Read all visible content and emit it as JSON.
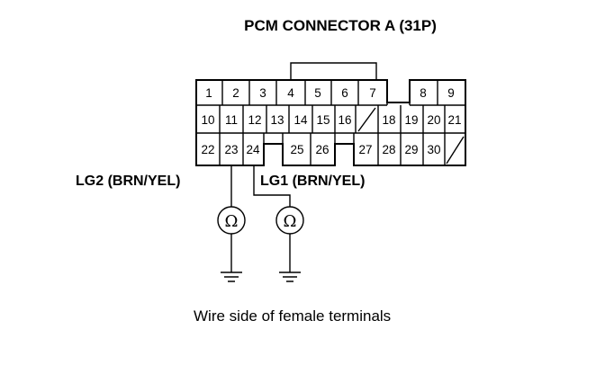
{
  "title": "PCM CONNECTOR A (31P)",
  "connector": {
    "row1": [
      {
        "label": "1"
      },
      {
        "label": "2"
      },
      {
        "label": "3"
      },
      {
        "label": "4"
      },
      {
        "label": "5"
      },
      {
        "label": "6"
      },
      {
        "label": "7"
      },
      {
        "label": "8"
      },
      {
        "label": "9"
      }
    ],
    "row2": [
      {
        "label": "10"
      },
      {
        "label": "11"
      },
      {
        "label": "12"
      },
      {
        "label": "13"
      },
      {
        "label": "14"
      },
      {
        "label": "15"
      },
      {
        "label": "16"
      },
      {
        "label": "18"
      },
      {
        "label": "19"
      },
      {
        "label": "20"
      },
      {
        "label": "21"
      }
    ],
    "row3": [
      {
        "label": "22"
      },
      {
        "label": "23"
      },
      {
        "label": "24"
      },
      {
        "label": "25"
      },
      {
        "label": "26"
      },
      {
        "label": "27"
      },
      {
        "label": "28"
      },
      {
        "label": "29"
      },
      {
        "label": "30"
      }
    ]
  },
  "wires": {
    "lg2": {
      "label": "LG2 (BRN/YEL)",
      "pin": "23"
    },
    "lg1": {
      "label": "LG1 (BRN/YEL)",
      "pin": "24"
    }
  },
  "ohm_symbol": "Ω",
  "caption": "Wire side of female terminals"
}
